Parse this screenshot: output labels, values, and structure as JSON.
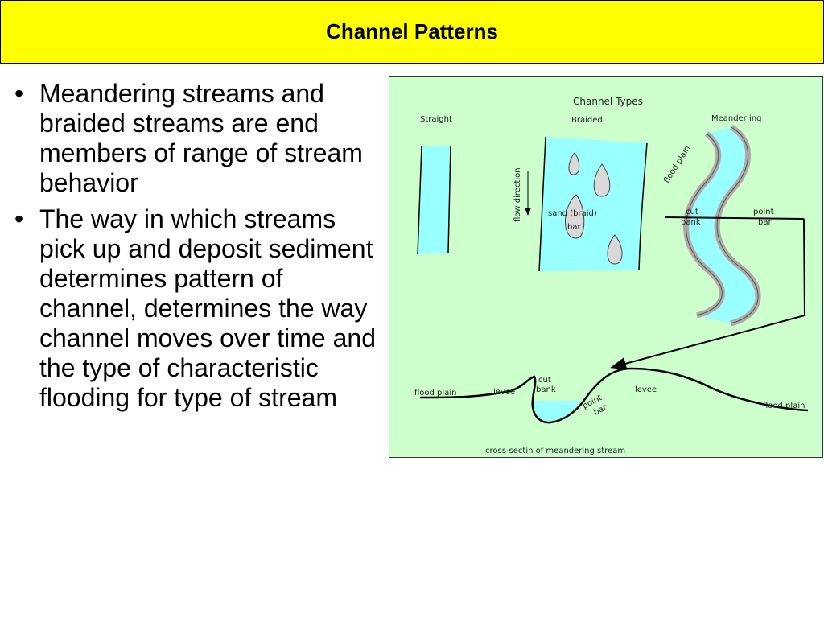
{
  "slide": {
    "title": "Channel Patterns",
    "bullets": [
      "Meandering streams and braided streams are end members of range of stream behavior",
      "The way in which streams pick up and deposit sediment determines pattern of channel, determines the way channel moves over time and the type of characteristic flooding for type of stream"
    ]
  },
  "figure": {
    "heading": "Channel Types",
    "labels": {
      "straight": "Straight",
      "braided": "Braided",
      "meandering": "Meander ing",
      "flood_plain_rotated": "flood plain",
      "flow_direction": "flow direction",
      "sand_bar_1": "sand (braid)",
      "sand_bar_2": "bar",
      "cut_bank_1": "cut",
      "cut_bank_2": "bank",
      "point_bar_1": "point",
      "point_bar_2": "bar",
      "cs_flood_plain_left": "flood plain",
      "cs_levee_left": "levee",
      "cs_cut_1": "cut",
      "cs_cut_2": "bank",
      "cs_point_1": "point",
      "cs_point_2": "bar",
      "cs_levee_right": "levee",
      "cs_flood_plain_right": "flood plain",
      "caption": "cross-sectin of meandering stream"
    },
    "colors": {
      "background": "#ccffcc",
      "water": "#99ffff",
      "bar": "#d9d9d9",
      "bank": "#b0a8a8"
    }
  }
}
